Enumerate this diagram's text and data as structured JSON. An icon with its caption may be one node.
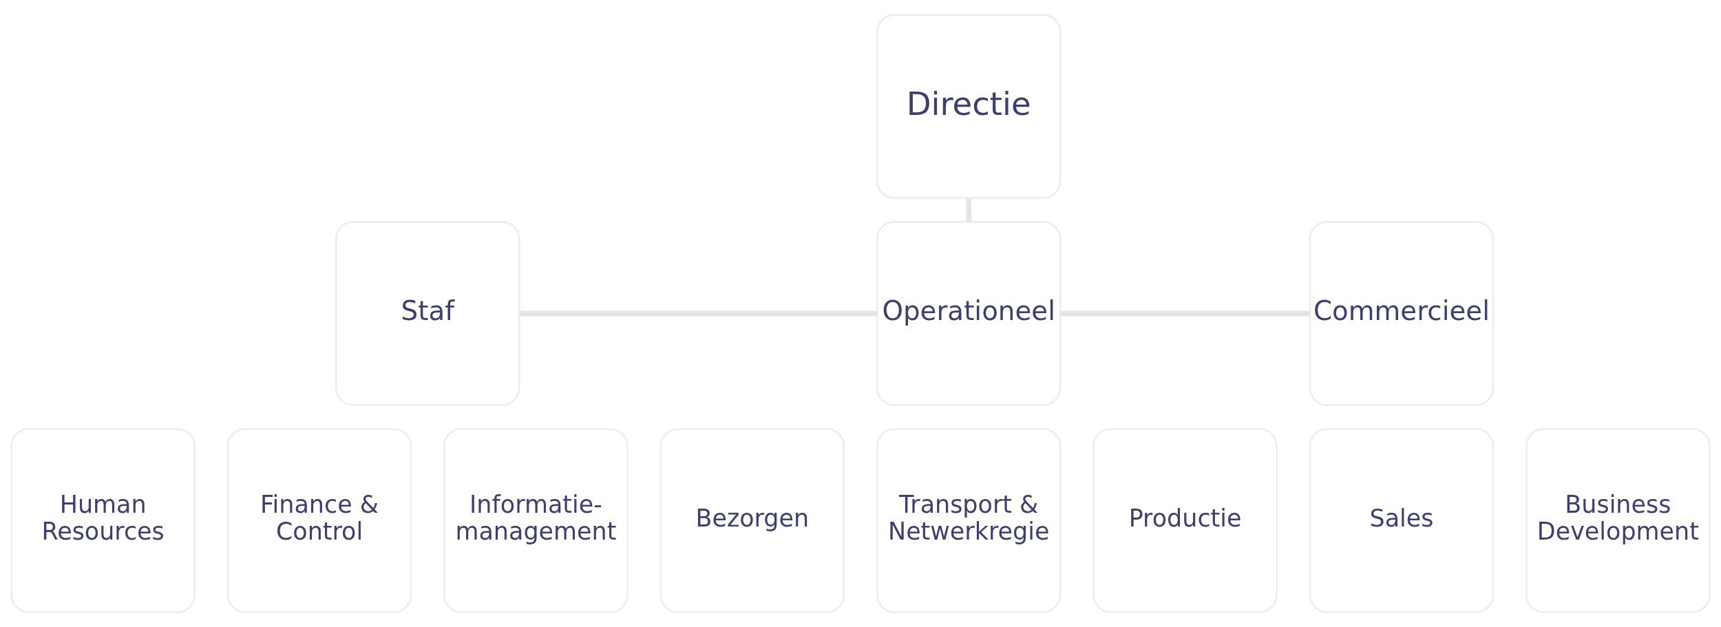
{
  "diagram": {
    "nodes": [
      {
        "text": [
          "Directie"
        ]
      },
      {
        "text": [
          "Staf"
        ]
      },
      {
        "text": [
          "Operationeel"
        ]
      },
      {
        "text": [
          "Commercieel"
        ]
      },
      {
        "text": [
          "Human Resources"
        ]
      },
      {
        "text": [
          "Finance & Control"
        ]
      },
      {
        "text": [
          "Informatie- management"
        ]
      },
      {
        "text": [
          "Transport & Netwerkregie"
        ]
      },
      {
        "text": [
          "Productie"
        ]
      },
      {
        "text": [
          "Bezorgen"
        ]
      },
      {
        "text": [
          "Sales"
        ]
      },
      {
        "text": [
          "Business Development"
        ]
      }
    ],
    "edges": [
      {
        "from": 0,
        "to": 2,
        "arrow": "none"
      },
      {
        "from": 1,
        "to": 2,
        "arrow": "none"
      },
      {
        "from": 2,
        "to": 3,
        "arrow": "none"
      }
    ]
  }
}
